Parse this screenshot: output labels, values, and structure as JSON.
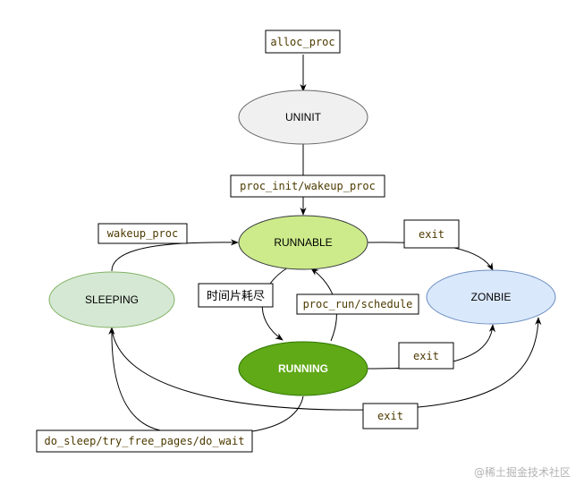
{
  "states": {
    "uninit": {
      "label": "UNINIT",
      "fill": "#f0f0f0",
      "stroke": "#666666"
    },
    "runnable": {
      "label": "RUNNABLE",
      "fill": "#cdeb8b",
      "stroke": "#36393d"
    },
    "sleeping": {
      "label": "SLEEPING",
      "fill": "#d5e8d4",
      "stroke": "#82b366"
    },
    "zonbie": {
      "label": "ZONBIE",
      "fill": "#dae8fc",
      "stroke": "#6c8ebf"
    },
    "running": {
      "label": "RUNNING",
      "fill": "#60a917",
      "stroke": "#2d7600"
    }
  },
  "transitions": {
    "alloc": "alloc_proc",
    "init": "proc_init/wakeup_proc",
    "wakeup": "wakeup_proc",
    "timeslice": "时间片耗尽",
    "schedule": "proc_run/schedule",
    "exit_runnable": "exit",
    "exit_running": "exit",
    "exit_sleeping": "exit",
    "sleep": "do_sleep/try_free_pages/do_wait"
  },
  "watermark": "@稀土掘金技术社区"
}
